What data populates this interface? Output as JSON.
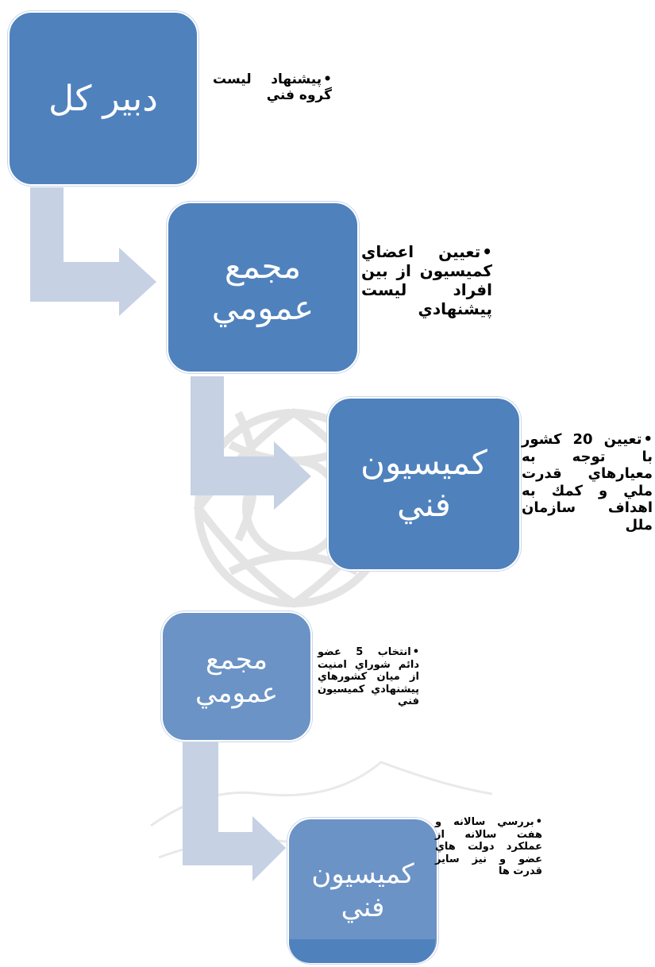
{
  "colors": {
    "box_fill": "#4f81bd",
    "box_fill_faded": "#6b93c6",
    "arrow_fill": "#c6d1e4",
    "note_text": "#000000",
    "box_text": "#ffffff"
  },
  "steps": [
    {
      "box_label": "دبير كل",
      "note": "پيشنهاد ليست گروه فني"
    },
    {
      "box_label": "مجمع عمومي",
      "note": "تعيين اعضاي كميسيون از بين افراد ليست پيشنهادي"
    },
    {
      "box_label": "كميسيون فني",
      "note": "تعيين 20 كشور با توجه به معيارهاي قدرت ملي و كمك به اهداف سازمان ملل"
    },
    {
      "box_label": "مجمع عمومي",
      "note": "انتخاب 5 عضو دائم شوراي امنيت از ميان كشورهاي پيشنهادي كميسيون فني"
    },
    {
      "box_label": "كميسيون فني",
      "note": "بررسي سالانه و هفت سالانه از عملكرد دولت هاي عضو و نيز ساير قدرت ها"
    }
  ],
  "bullet": "•"
}
